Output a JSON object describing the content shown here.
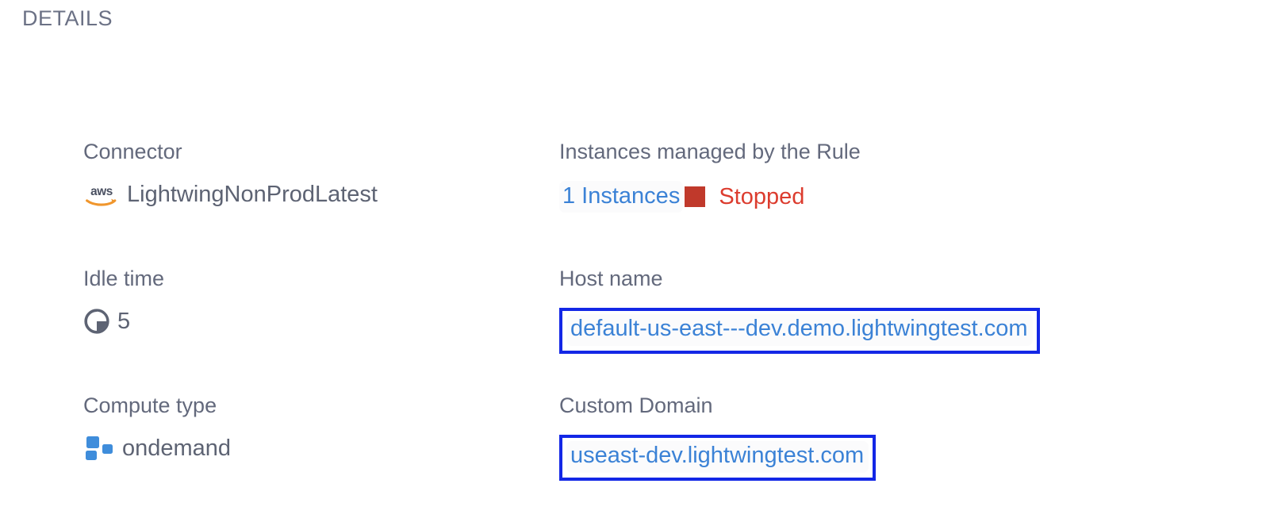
{
  "section": {
    "title": "DETAILS"
  },
  "colors": {
    "label": "#63697c",
    "value": "#5d6373",
    "link": "#3b82d6",
    "danger_text": "#dc3c2e",
    "danger_square": "#c0392b",
    "highlight_border": "#1327e6",
    "compute_icon": "#3f8ddb",
    "aws_swoosh": "#f0962d",
    "background": "#ffffff"
  },
  "fields": {
    "connector": {
      "label": "Connector",
      "value": "LightwingNonProdLatest",
      "icon": "aws-logo-icon"
    },
    "instances": {
      "label": "Instances managed by the Rule",
      "count_label": "1 Instances",
      "status_label": "Stopped",
      "status_icon": "stopped-square-icon"
    },
    "idle_time": {
      "label": "Idle time",
      "value": "5",
      "icon": "clock-icon"
    },
    "host_name": {
      "label": "Host name",
      "value": "default-us-east---dev.demo.lightwingtest.com"
    },
    "compute_type": {
      "label": "Compute type",
      "value": "ondemand",
      "icon": "compute-blocks-icon"
    },
    "custom_domain": {
      "label": "Custom Domain",
      "value": "useast-dev.lightwingtest.com"
    }
  }
}
